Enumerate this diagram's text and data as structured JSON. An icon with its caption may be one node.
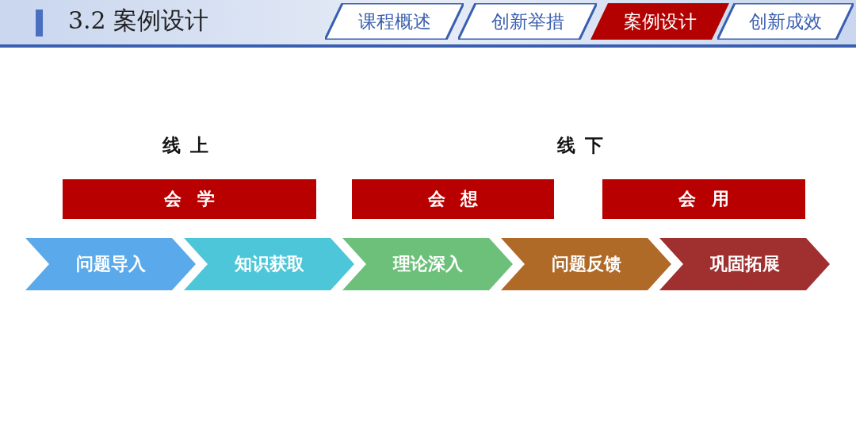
{
  "diagram": {
    "title": "3.2 案例设计",
    "nodes": [
      {
        "text": [
          "课程概述"
        ]
      },
      {
        "text": [
          "创新举措"
        ]
      },
      {
        "text": [
          "案例设计"
        ]
      },
      {
        "text": [
          "创新成效"
        ]
      },
      {
        "text": [
          "会学"
        ]
      },
      {
        "text": [
          "会想"
        ]
      },
      {
        "text": [
          "会用"
        ]
      },
      {
        "text": [
          "问题导入"
        ]
      },
      {
        "text": [
          "知识获取"
        ]
      },
      {
        "text": [
          "理论深入"
        ]
      },
      {
        "text": [
          "问题反馈"
        ]
      },
      {
        "text": [
          "巩固拓展"
        ]
      }
    ],
    "labels": [
      "线上",
      "线下"
    ]
  }
}
